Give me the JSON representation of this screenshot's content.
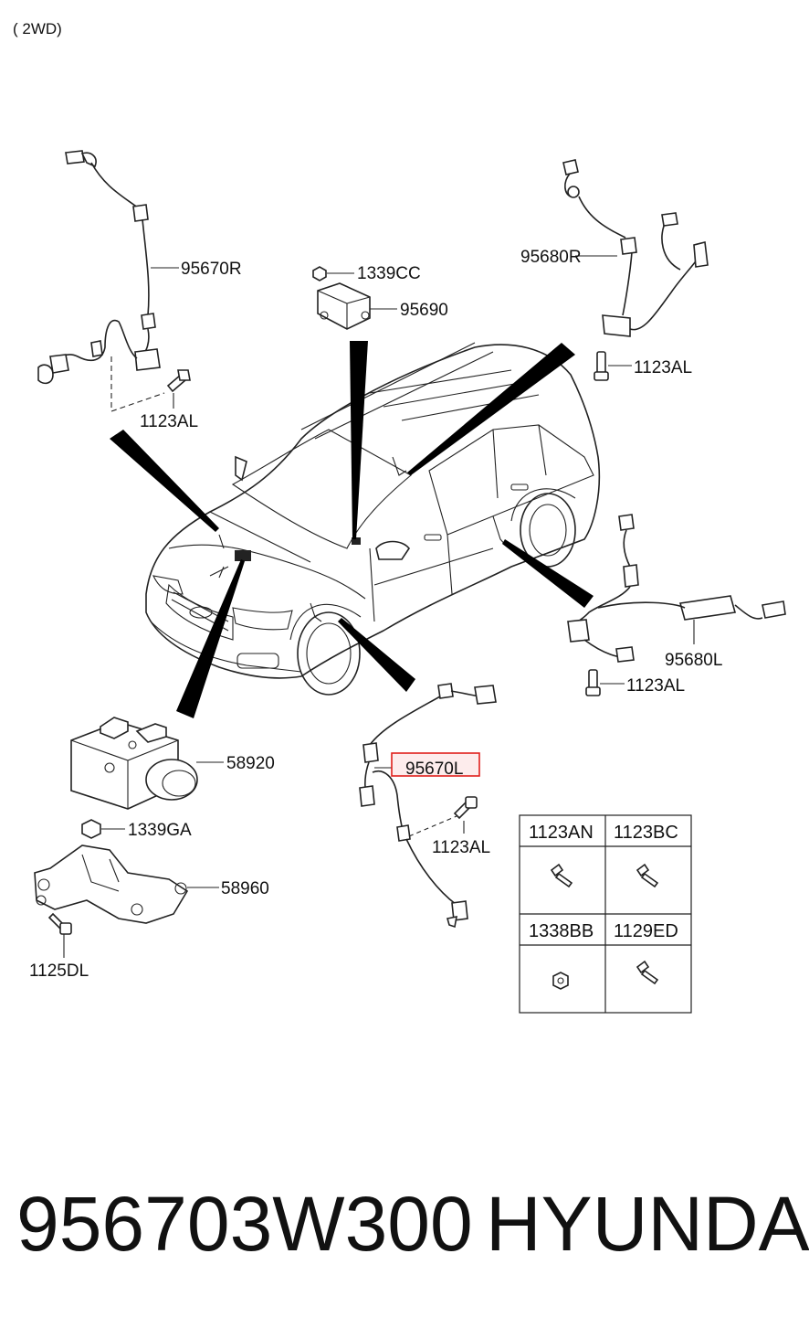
{
  "header": {
    "variant": "( 2WD)"
  },
  "labels": {
    "sensor_front_right": "95670R",
    "nut_top": "1339CC",
    "module_top": "95690",
    "sensor_rear_right": "95680R",
    "bolt_rear_right": "1123AL",
    "bolt_front_right": "1123AL",
    "sensor_rear_left": "95680L",
    "bolt_rear_left": "1123AL",
    "abs_unit": "58920",
    "nut_abs": "1339GA",
    "bracket": "58960",
    "bolt_bracket": "1125DL",
    "sensor_front_left": "95670L",
    "bolt_front_left": "1123AL"
  },
  "highlight": {
    "part": "95670L",
    "color": "#e0201c"
  },
  "fastener_table": {
    "cells": [
      "1123AN",
      "1123BC",
      "1338BB",
      "1129ED"
    ]
  },
  "footer": {
    "part_number": "956703W300",
    "brand": "HYUNDAI"
  }
}
